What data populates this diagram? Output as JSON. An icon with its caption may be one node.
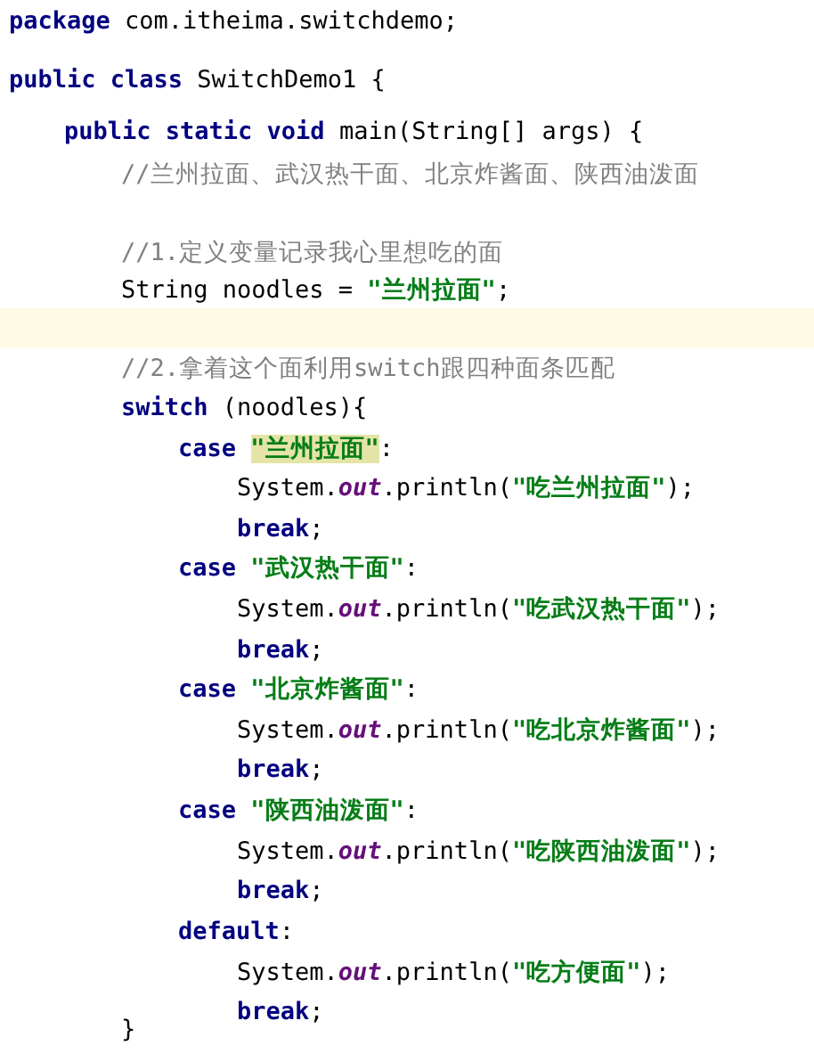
{
  "diagram": {
    "labels": [
      "**package** com.itheima.switchdemo;",
      "**public class** SwitchDemo1 {",
      "**public static void** main(String[] args) {",
      "//兰州拉面、武汉热干面、北京炸酱面、陕西油泼面",
      "//1.定义变量记录我心里想吃的面",
      "String noodles = \"兰州拉面\";",
      "//2.拿着这个面利用switch跟四种面条匹配",
      "**switch** (noodles){",
      "**case** \"兰州拉面\":",
      "System.*out*.println(\"吃兰州拉面\");",
      "**break**;",
      "**case** \"武汉热干面\":",
      "System.*out*.println(\"吃武汉热干面\");",
      "**break**;",
      "**case** \"北京炸酱面\":",
      "System.*out*.println(\"吃北京炸酱面\");",
      "**break**;",
      "**case** \"陕西油泼面\":",
      "System.*out*.println(\"吃陕西油泼面\");",
      "**break**;",
      "**default**:",
      "System.*out*.println(\"吃方便面\");",
      "**break**;",
      "}"
    ]
  }
}
